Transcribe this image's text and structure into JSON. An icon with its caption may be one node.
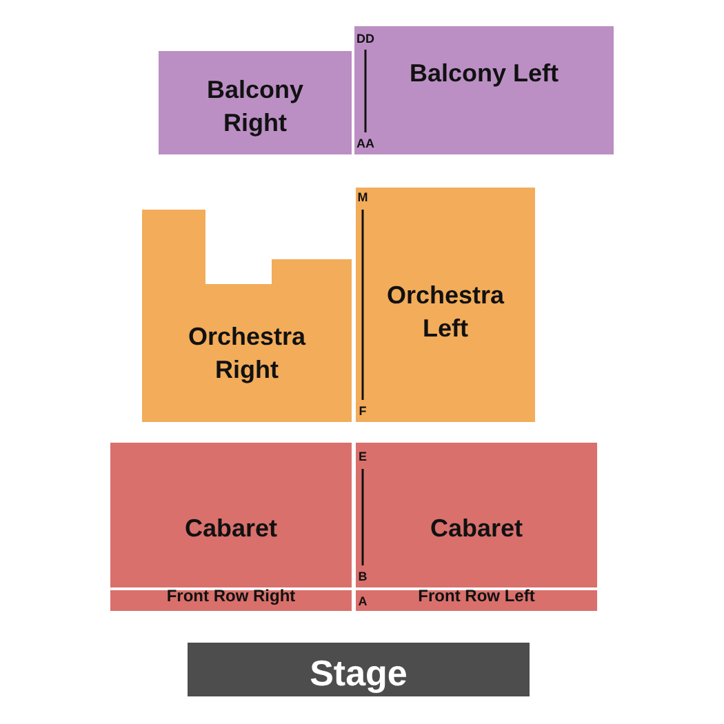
{
  "diagram": {
    "nodes": [
      {
        "text": [
          "Balcony Right"
        ]
      },
      {
        "text": [
          "Balcony Left"
        ]
      },
      {
        "text": [
          "Orchestra Right"
        ]
      },
      {
        "text": [
          "Orchestra Left"
        ]
      },
      {
        "text": [
          "Cabaret"
        ]
      },
      {
        "text": [
          "Cabaret"
        ]
      },
      {
        "text": [
          "Front Row Right"
        ]
      },
      {
        "text": [
          "Front Row Left"
        ]
      },
      {
        "text": [
          "Stage"
        ]
      }
    ],
    "labels": [
      "DD",
      "AA",
      "M",
      "F",
      "E",
      "B",
      "A"
    ]
  }
}
